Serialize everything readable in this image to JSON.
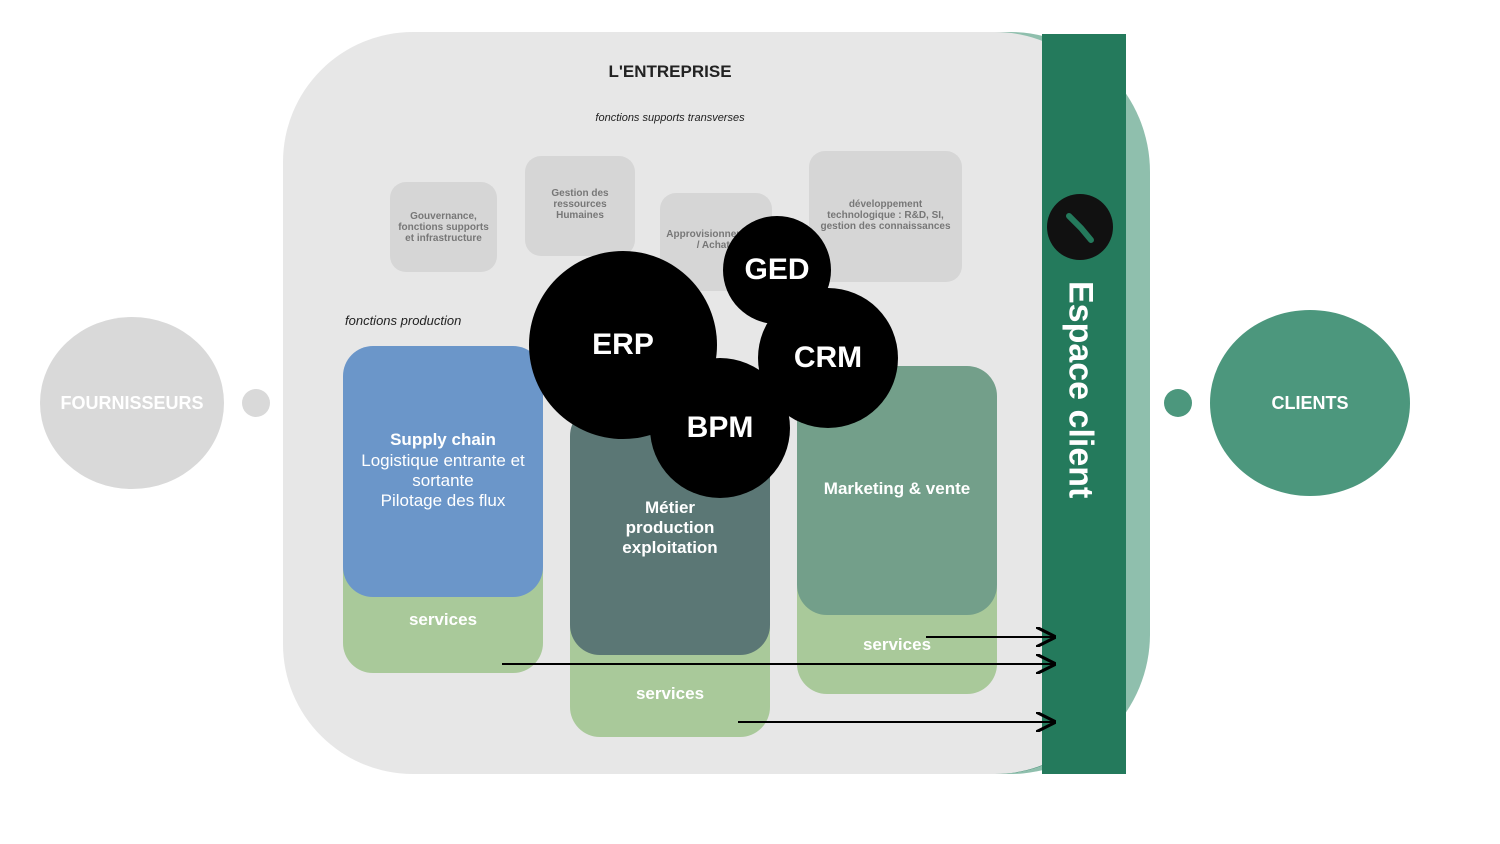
{
  "enterprise": {
    "title": "L'ENTREPRISE",
    "support_label": "fonctions supports transverses",
    "production_label": "fonctions  production"
  },
  "support_functions": [
    "Gouvernance, fonctions supports et infrastructure",
    "Gestion des ressources Humaines",
    "Approvisionnements / Achats",
    "développement technologique : R&D, SI, gestion des connaissances"
  ],
  "production_functions": {
    "supply_chain": {
      "title": "Supply chain",
      "lines": "Logistique entrante et sortante\nPilotage des flux"
    },
    "metier": "Métier\nproduction\nexploitation",
    "marketing": "Marketing & vente"
  },
  "services_label": "services",
  "systems": [
    "ERP",
    "GED",
    "CRM",
    "BPM"
  ],
  "espace_client": "Espace client",
  "fournisseurs": "FOURNISSEURS",
  "clients": "CLIENTS",
  "colors": {
    "enterprise_bg": "#e7e7e7",
    "espace_dark": "#247a5c",
    "espace_light": "#8fbfad",
    "supply_chain": "#6b96c9",
    "metier": "#5b7775",
    "marketing": "#739f8a",
    "services": "#a9c99a",
    "clients": "#4c977d",
    "fournisseurs": "#d9d9d9"
  }
}
